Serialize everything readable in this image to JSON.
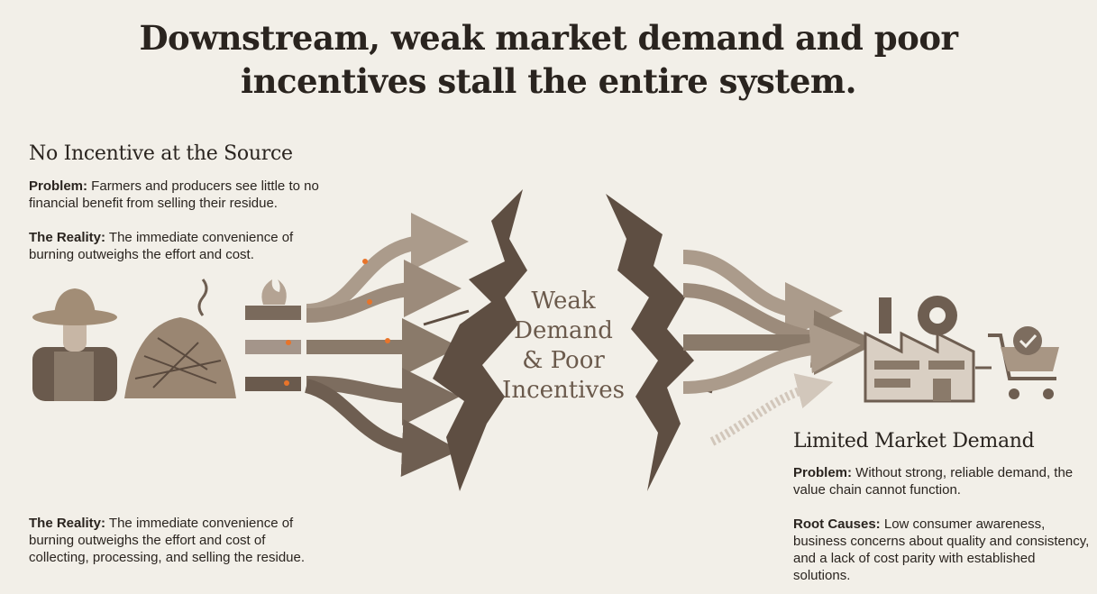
{
  "title": {
    "line1": "Downstream, weak market demand and poor",
    "line2": "incentives stall the entire system."
  },
  "left": {
    "heading": "No Incentive at the Source",
    "problem_label": "Problem:",
    "problem_text": " Farmers and producers see little to no financial benefit from selling their residue.",
    "reality_label": "The Reality:",
    "reality_text": " The immediate convenience of burning outweighs the effort and cost.",
    "reality2_label": "The Reality:",
    "reality2_text": " The immediate convenience of burning outweighs the effort and cost of collecting, processing, and selling the residue."
  },
  "center": {
    "line1": "Weak",
    "line2": "Demand",
    "line3": "& Poor",
    "line4": "Incentives"
  },
  "right": {
    "heading": "Limited Market Demand",
    "problem_label": "Problem:",
    "problem_text": " Without strong, reliable demand, the value chain cannot function.",
    "causes_label": "Root Causes:",
    "causes_text": " Low consumer awareness, business concerns about quality and consistency, and a lack of cost parity with established solutions."
  },
  "colors": {
    "background": "#f2efe8",
    "text": "#2a241f",
    "arrow_dark": "#6e5e51",
    "arrow_light": "#ab9b8b",
    "crack": "#5e4e42",
    "fire": "#e8742a"
  }
}
